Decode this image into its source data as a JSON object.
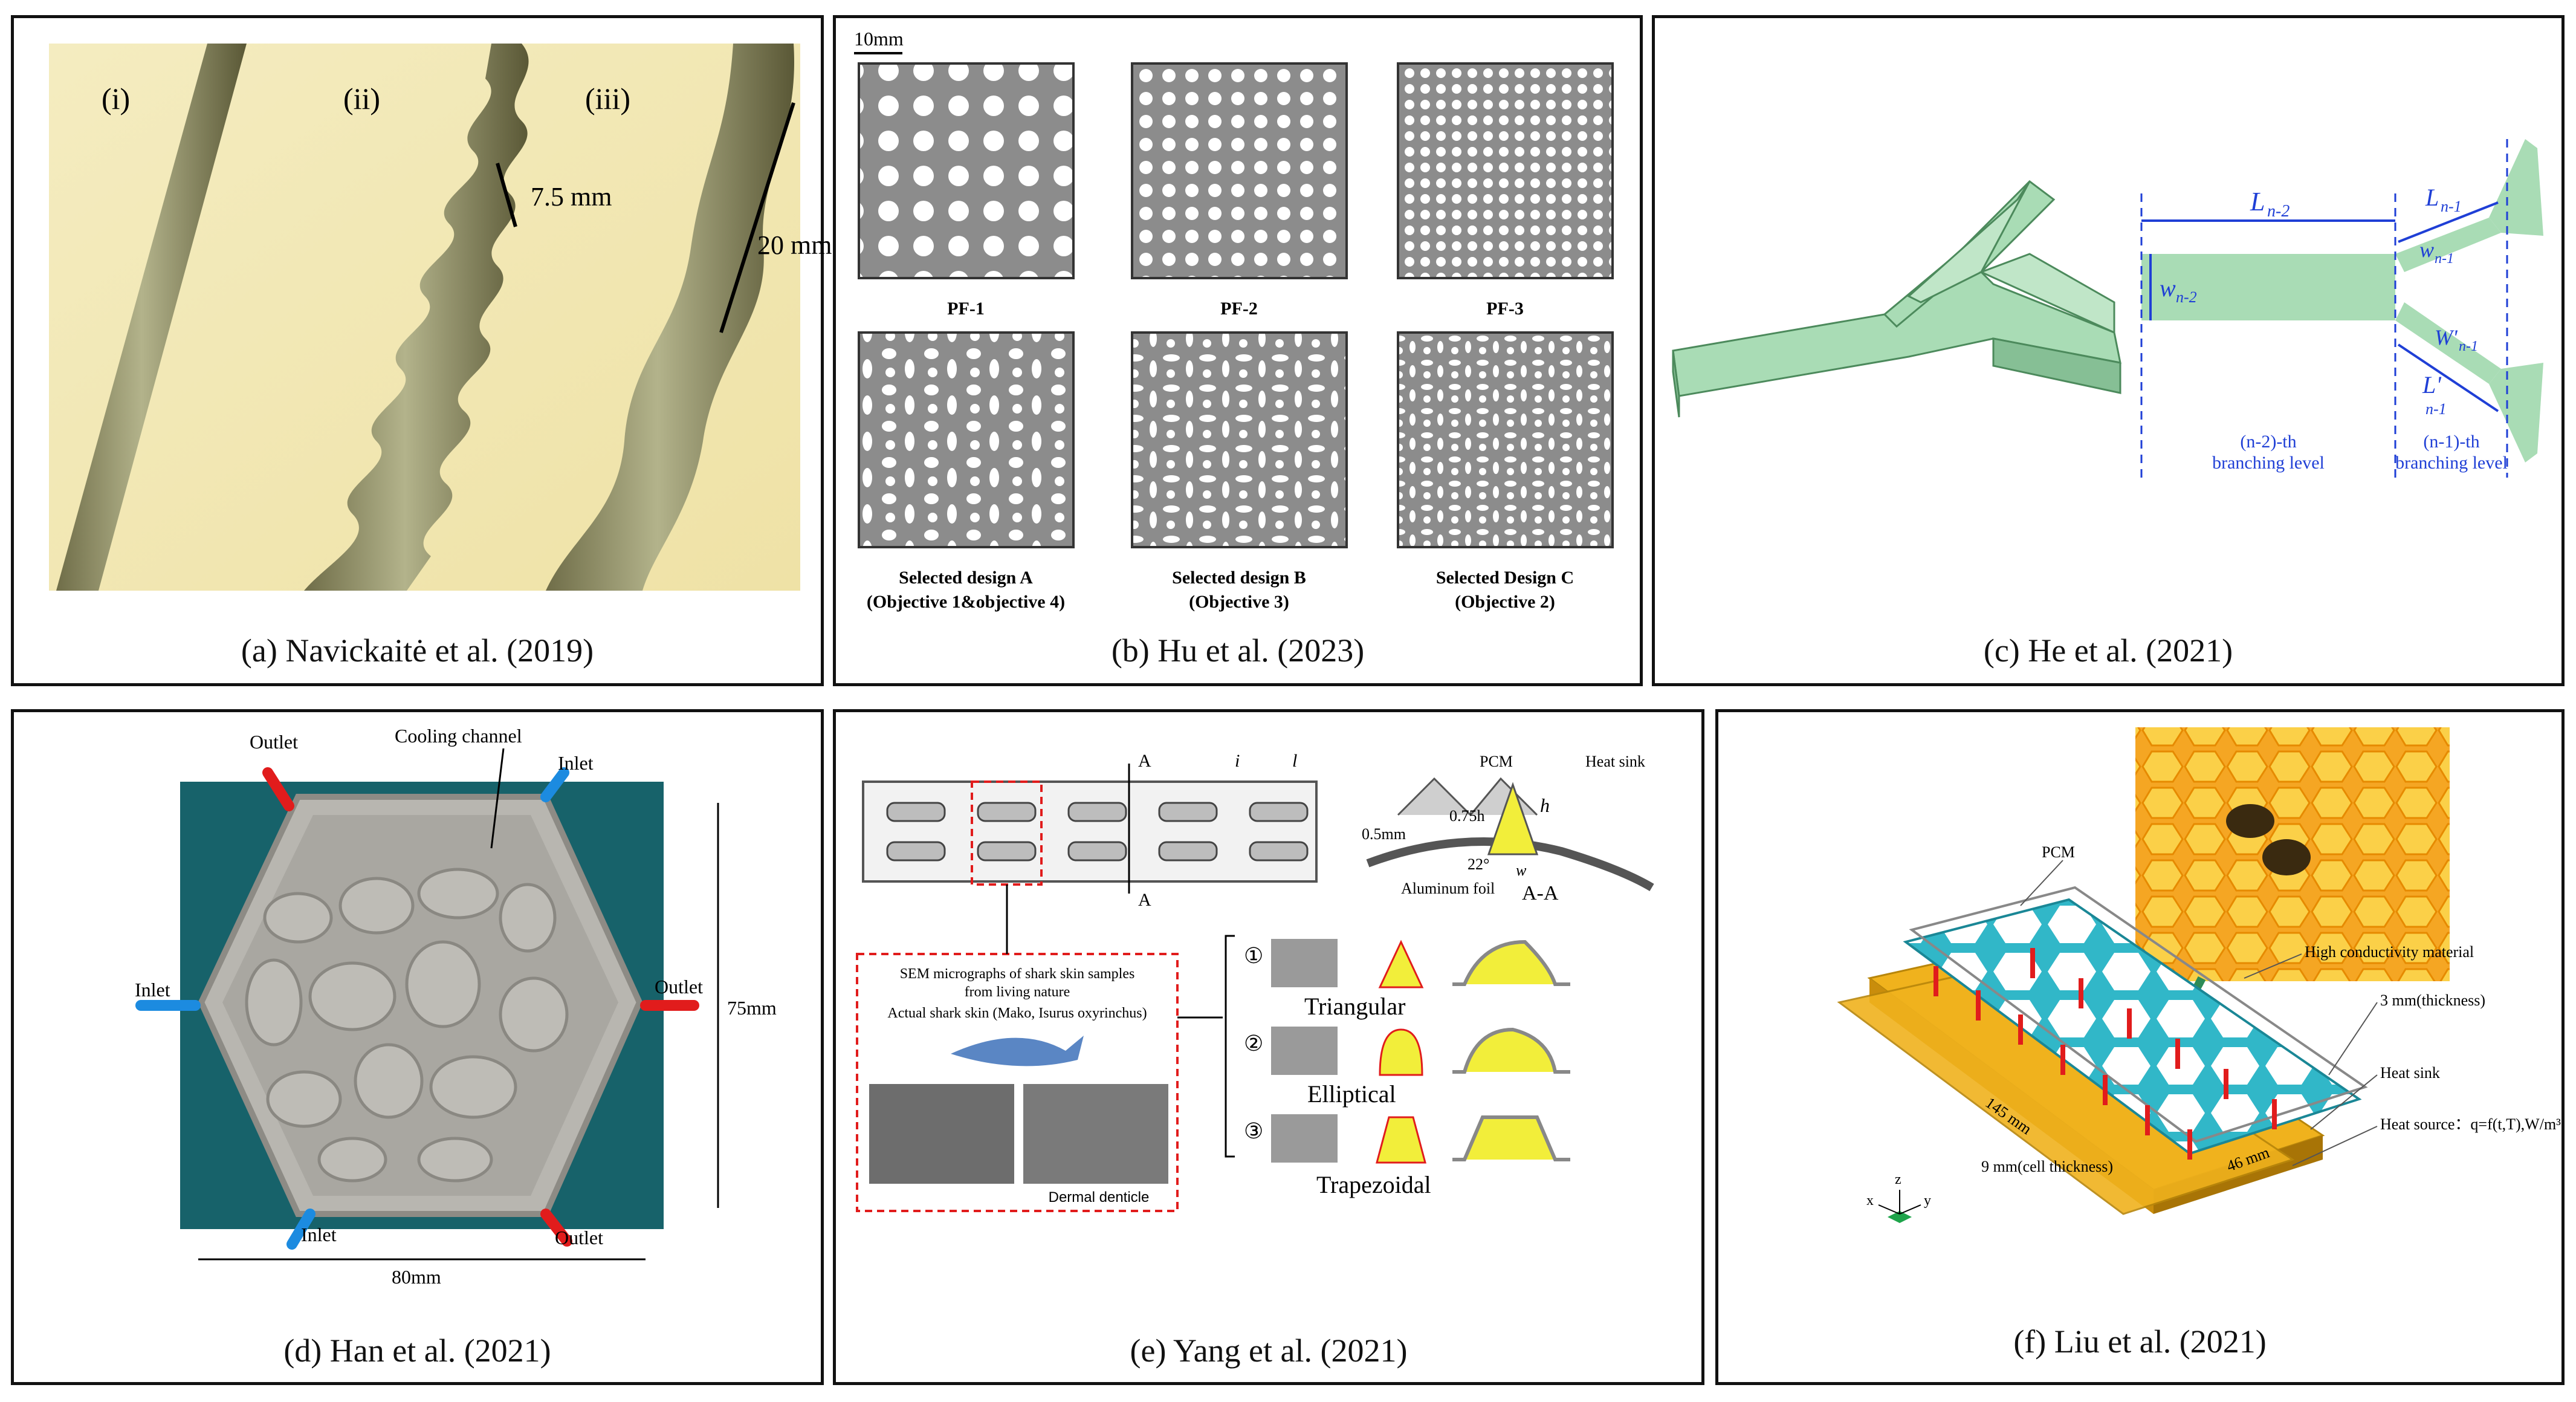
{
  "panels": {
    "a": {
      "caption": "(a) Navickaitė et al. (2019)",
      "labels": [
        "(i)",
        "(ii)",
        "(iii)"
      ],
      "dim1": "7.5 mm",
      "dim2": "20 mm"
    },
    "b": {
      "caption": "(b)  Hu et al. (2023)",
      "scale": "10mm",
      "top_labels": [
        "PF-1",
        "PF-2",
        "PF-3"
      ],
      "bottom_labels": [
        {
          "l1": "Selected design A",
          "l2": "(Objective 1&objective 4)"
        },
        {
          "l1": "Selected design B",
          "l2": "(Objective 3)"
        },
        {
          "l1": "Selected Design C",
          "l2": "(Objective 2)"
        }
      ]
    },
    "c": {
      "caption": "(c)  He et al. (2021)",
      "L_main": "L",
      "L_main_sub": "n-2",
      "w_main": "w",
      "w_main_sub": "n-2",
      "L_branch": "L",
      "L_branch_sub": "n-1",
      "w_branch": "w",
      "w_branch_sub": "n-1",
      "w_prime": "W'",
      "w_prime_sub": "n-1",
      "L_prime": "L'",
      "L_prime_sub": "n-1",
      "level1_l1": "(n-2)-th",
      "level1_l2": "branching level",
      "level2_l1": "(n-1)-th",
      "level2_l2": "branching level"
    },
    "d": {
      "caption": "(d) Han et al. (2021)",
      "cooling": "Cooling channel",
      "outlet": "Outlet",
      "inlet": "Inlet",
      "dim_h": "75mm",
      "dim_w": "80mm"
    },
    "e": {
      "caption": "(e) Yang et al. (2021)",
      "section": "A",
      "i": "i",
      "l": "l",
      "pcm": "PCM",
      "heat_sink": "Heat sink",
      "h": "h",
      "h075": "0.75h",
      "t05": "0.5mm",
      "angle": "22°",
      "w": "w",
      "foil": "Aluminum foil",
      "aa": "A-A",
      "sem_l1": "SEM micrographs of shark skin samples",
      "sem_l2": "from living nature",
      "sem_l3": "Actual shark skin (Mako, Isurus oxyrinchus)",
      "denticle": "Dermal denticle",
      "shapes": [
        {
          "num": "①",
          "name": "Triangular"
        },
        {
          "num": "②",
          "name": "Elliptical"
        },
        {
          "num": "③",
          "name": "Trapezoidal"
        }
      ]
    },
    "f": {
      "caption": "(f) Liu et al. (2021)",
      "pcm": "PCM",
      "hcm": "High conductivity material",
      "thick": "3 mm(thickness)",
      "sink": "Heat sink",
      "source": "Heat source：q=f(t,T),W/m³",
      "len": "145 mm",
      "wid": "46 mm",
      "cell": "9 mm(cell thickness)",
      "ax_x": "x",
      "ax_y": "y",
      "ax_z": "z"
    }
  },
  "colors": {
    "green_channel": "#a9dcb5",
    "blue_dim": "#1f3fd6",
    "yellow_pcm": "#f2ee3a",
    "teal_hex": "#31b7c8",
    "gold_plate": "#f0b21d",
    "red_arrow": "#e11c1c",
    "inlet_blue": "#1c8be0"
  }
}
